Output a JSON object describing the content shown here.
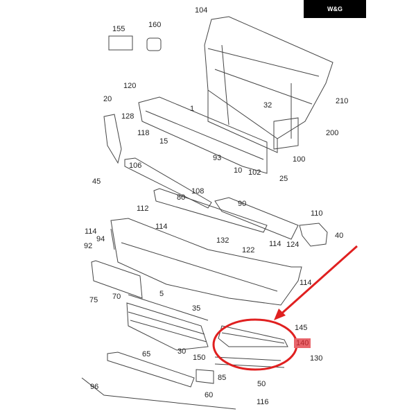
{
  "logo": {
    "text": "W&G"
  },
  "callouts": [
    "104",
    "155",
    "160",
    "120",
    "20",
    "128",
    "118",
    "1",
    "15",
    "106",
    "93",
    "32",
    "210",
    "200",
    "100",
    "102",
    "25",
    "10",
    "45",
    "108",
    "80",
    "90",
    "112",
    "110",
    "114",
    "114",
    "40",
    "132",
    "92",
    "94",
    "122",
    "114",
    "124",
    "114",
    "75",
    "70",
    "5",
    "35",
    "30",
    "145",
    "140",
    "150",
    "130",
    "65",
    "85",
    "50",
    "96",
    "60",
    "116"
  ],
  "highlight": {
    "part": "140",
    "color": "#e02020"
  }
}
